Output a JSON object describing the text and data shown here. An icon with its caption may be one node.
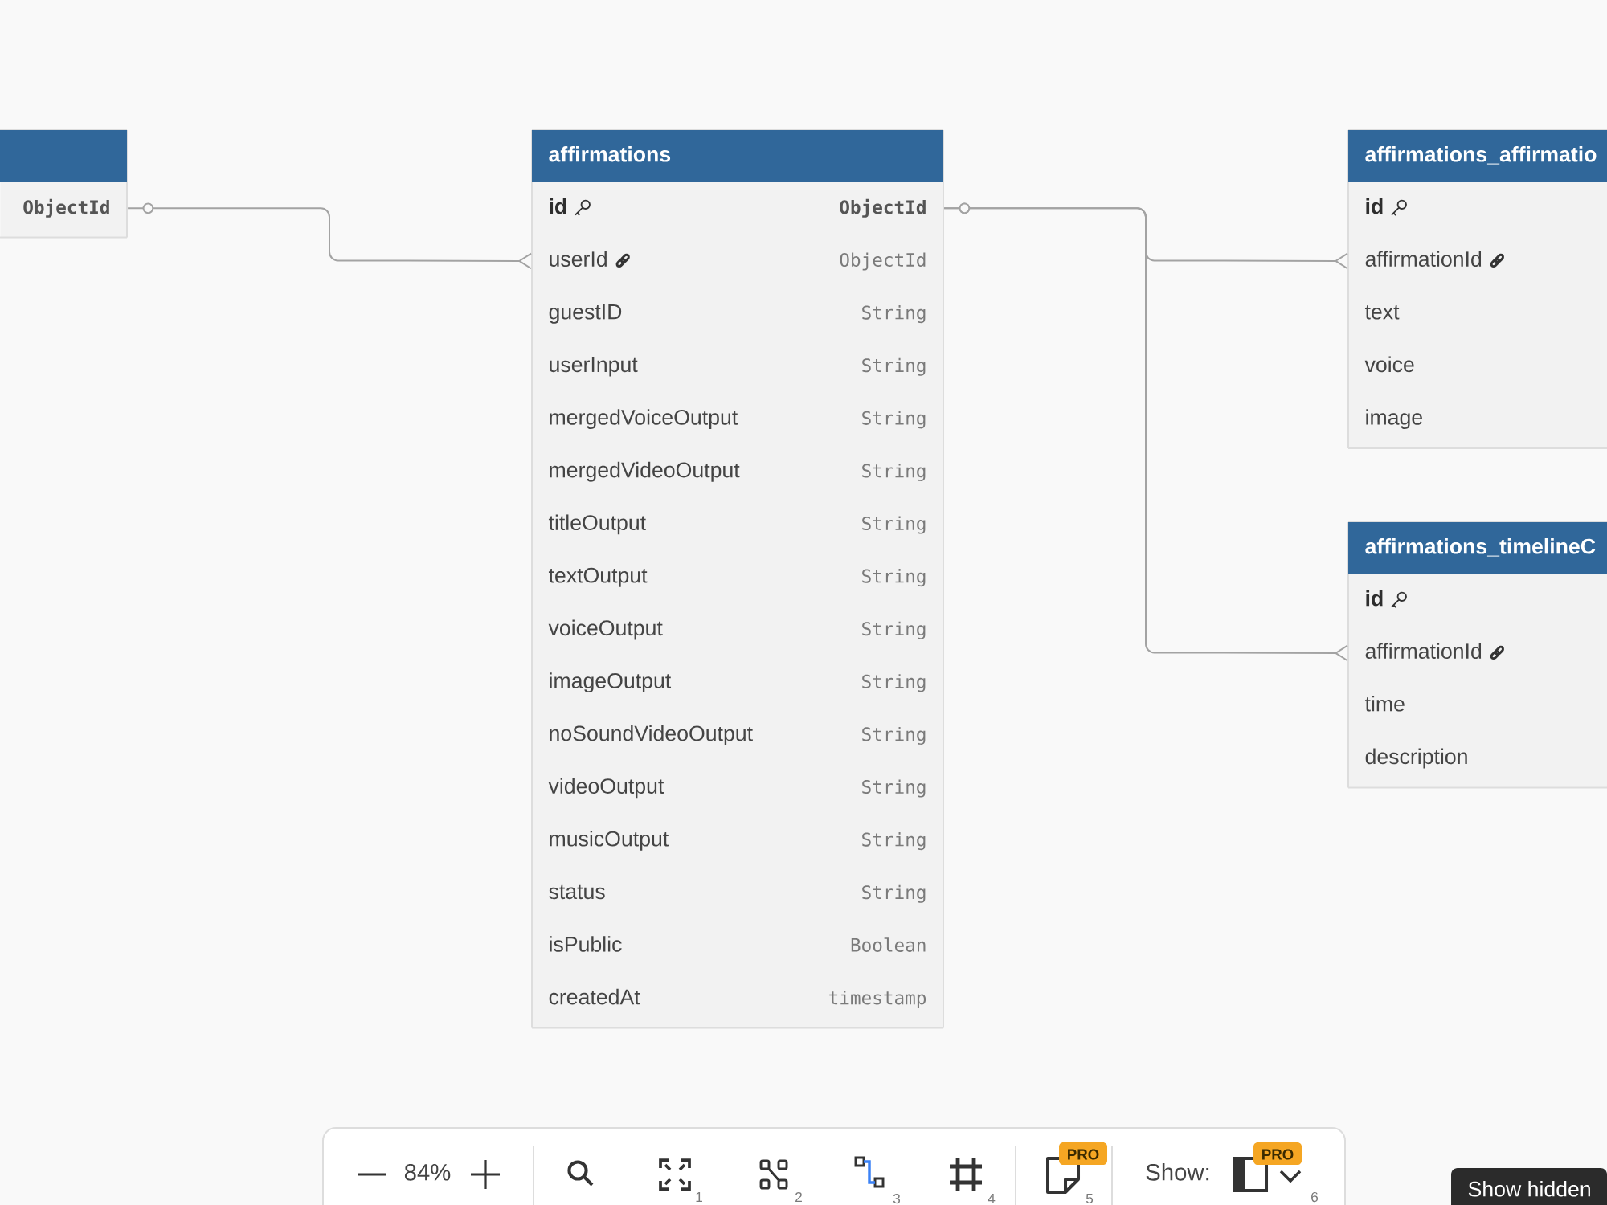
{
  "diagram": {
    "nodes": [
      {
        "text": [],
        "shape": "box"
      },
      {
        "text": [
          "ObjectId"
        ],
        "in": 0
      },
      {
        "text": [
          "affirmations"
        ]
      },
      {
        "text": [
          "id",
          "ObjectId"
        ],
        "in": 2
      },
      {
        "text": [
          "userId",
          "ObjectId"
        ],
        "in": 2
      },
      {
        "text": [
          "guestID",
          "String"
        ],
        "in": 2
      },
      {
        "text": [
          "userInput",
          "String"
        ],
        "in": 2
      },
      {
        "text": [
          "mergedVoiceOutput",
          "String"
        ],
        "in": 2
      },
      {
        "text": [
          "mergedVideoOutput",
          "String"
        ],
        "in": 2
      },
      {
        "text": [
          "titleOutput",
          "String"
        ],
        "in": 2
      },
      {
        "text": [
          "textOutput",
          "String"
        ],
        "in": 2
      },
      {
        "text": [
          "voiceOutput",
          "String"
        ],
        "in": 2
      },
      {
        "text": [
          "imageOutput",
          "String"
        ],
        "in": 2
      },
      {
        "text": [
          "noSoundVideoOutput",
          "String"
        ],
        "in": 2
      },
      {
        "text": [
          "videoOutput",
          "String"
        ],
        "in": 2
      },
      {
        "text": [
          "musicOutput",
          "String"
        ],
        "in": 2
      },
      {
        "text": [
          "status",
          "String"
        ],
        "in": 2
      },
      {
        "text": [
          "isPublic",
          "Boolean"
        ],
        "in": 2
      },
      {
        "text": [
          "createdAt",
          "timestamp"
        ],
        "in": 2
      },
      {
        "text": [
          "affirmations_affirmatio"
        ]
      },
      {
        "text": [
          "id"
        ],
        "in": 19
      },
      {
        "text": [
          "affirmationId"
        ],
        "in": 19
      },
      {
        "text": [
          "text"
        ],
        "in": 19
      },
      {
        "text": [
          "voice"
        ],
        "in": 19
      },
      {
        "text": [
          "image"
        ],
        "in": 19
      },
      {
        "text": [
          "affirmations_timelineC"
        ]
      },
      {
        "text": [
          "id"
        ],
        "in": 25
      },
      {
        "text": [
          "affirmationId"
        ],
        "in": 25
      },
      {
        "text": [
          "time"
        ],
        "in": 25
      },
      {
        "text": [
          "description"
        ],
        "in": 25
      }
    ],
    "edges": [
      {
        "from": 1,
        "to": 4,
        "arrow": "other"
      },
      {
        "from": 3,
        "to": 21,
        "arrow": "other"
      },
      {
        "from": 3,
        "to": 27,
        "arrow": "other"
      }
    ],
    "labels": [
      "84%",
      "1",
      "2",
      "3",
      "4",
      "PRO",
      "5",
      "Show:",
      "PRO",
      "6",
      "Show hidden"
    ]
  }
}
